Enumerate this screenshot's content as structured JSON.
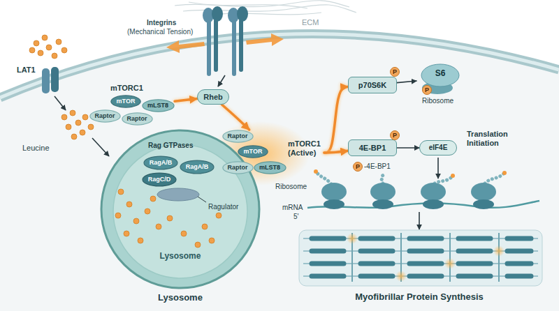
{
  "diagram": {
    "nodes": [
      {
        "text": [
          "mTORC1"
        ]
      },
      {
        "text": [
          "mTOR"
        ],
        "in": 0
      },
      {
        "text": [
          "Raptor"
        ],
        "in": 0
      },
      {
        "text": [
          "mLST8"
        ],
        "in": 0
      },
      {
        "text": [
          "Raptor"
        ],
        "in": 0
      },
      {
        "text": [
          "Rheb"
        ]
      },
      {
        "text": [
          "Lysosome"
        ]
      },
      {
        "text": [
          "RagA/B"
        ],
        "in": 6
      },
      {
        "text": [
          "RagA/B"
        ],
        "in": 6
      },
      {
        "text": [
          "RagC/D"
        ],
        "in": 6
      },
      {
        "text": [
          "mTORC1 (Active)"
        ]
      },
      {
        "text": [
          "Raptor"
        ],
        "in": 10
      },
      {
        "text": [
          "mTOR"
        ],
        "in": 10
      },
      {
        "text": [
          "Raptor"
        ],
        "in": 10
      },
      {
        "text": [
          "mLST8"
        ],
        "in": 10
      },
      {
        "text": [
          "p70S6K"
        ]
      },
      {
        "text": [
          "S6"
        ]
      },
      {
        "text": [
          "4E-BP1"
        ]
      },
      {
        "text": [
          "eIF4E"
        ]
      }
    ],
    "edges": [
      {
        "from": 0,
        "to": 5,
        "arrow": "to"
      },
      {
        "from": 5,
        "to": 10,
        "arrow": "to"
      },
      {
        "from": 10,
        "to": 15,
        "arrow": "to"
      },
      {
        "from": 10,
        "to": 17,
        "arrow": "to"
      },
      {
        "from": 15,
        "to": 16,
        "arrow": "to"
      },
      {
        "from": 17,
        "to": 18,
        "arrow": "to"
      }
    ],
    "labels": [
      "ECM",
      "Integrins",
      "(Mechanical Tension)",
      "LAT1",
      "Leucine",
      "Rag GTPases",
      "Ragulator",
      "Lysosome",
      "P",
      "P",
      "Ribosome",
      "P",
      "P",
      "-4E-BP1",
      "Translation Initiation",
      "Ribosome",
      "mRNA",
      "5'",
      "Myofibrillar Protein Synthesis"
    ]
  }
}
